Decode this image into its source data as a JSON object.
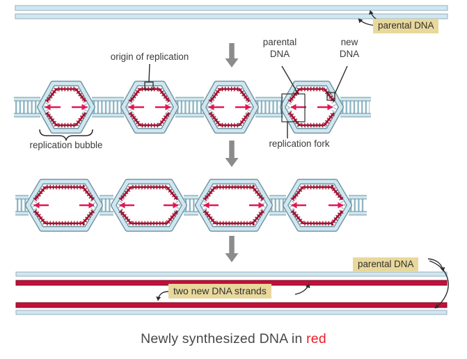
{
  "diagram": {
    "labels": {
      "parental_dna_top": "parental DNA",
      "origin_of_replication": "origin of replication",
      "parental_mid_line1": "parental",
      "parental_mid_line2": "DNA",
      "new_dna_line1": "new",
      "new_dna_line2": "DNA",
      "replication_bubble": "replication bubble",
      "replication_fork": "replication fork",
      "two_new_dna_strands": "two new DNA strands",
      "parental_dna_bottom": "parental DNA"
    },
    "caption": {
      "prefix": "Newly synthesized DNA in ",
      "highlight": "red"
    },
    "colors": {
      "strand_fill": "#cfe7f1",
      "strand_edge": "#6f919c",
      "rung": "#8fb8c4",
      "tooth": "#a3c6d1",
      "new_dna": "#a50d2d",
      "arrow_red": "#e31653",
      "daughter_red": "#c2103a",
      "daughter_red_edge": "#7f0a28",
      "bar_edge": "#98aebc",
      "label_box_bg": "#e9d89b",
      "leader": "#2b2b2b",
      "gray_arrow": "#8c8c8c",
      "caption_text": "#47484a",
      "caption_red": "#ee1c25"
    }
  }
}
